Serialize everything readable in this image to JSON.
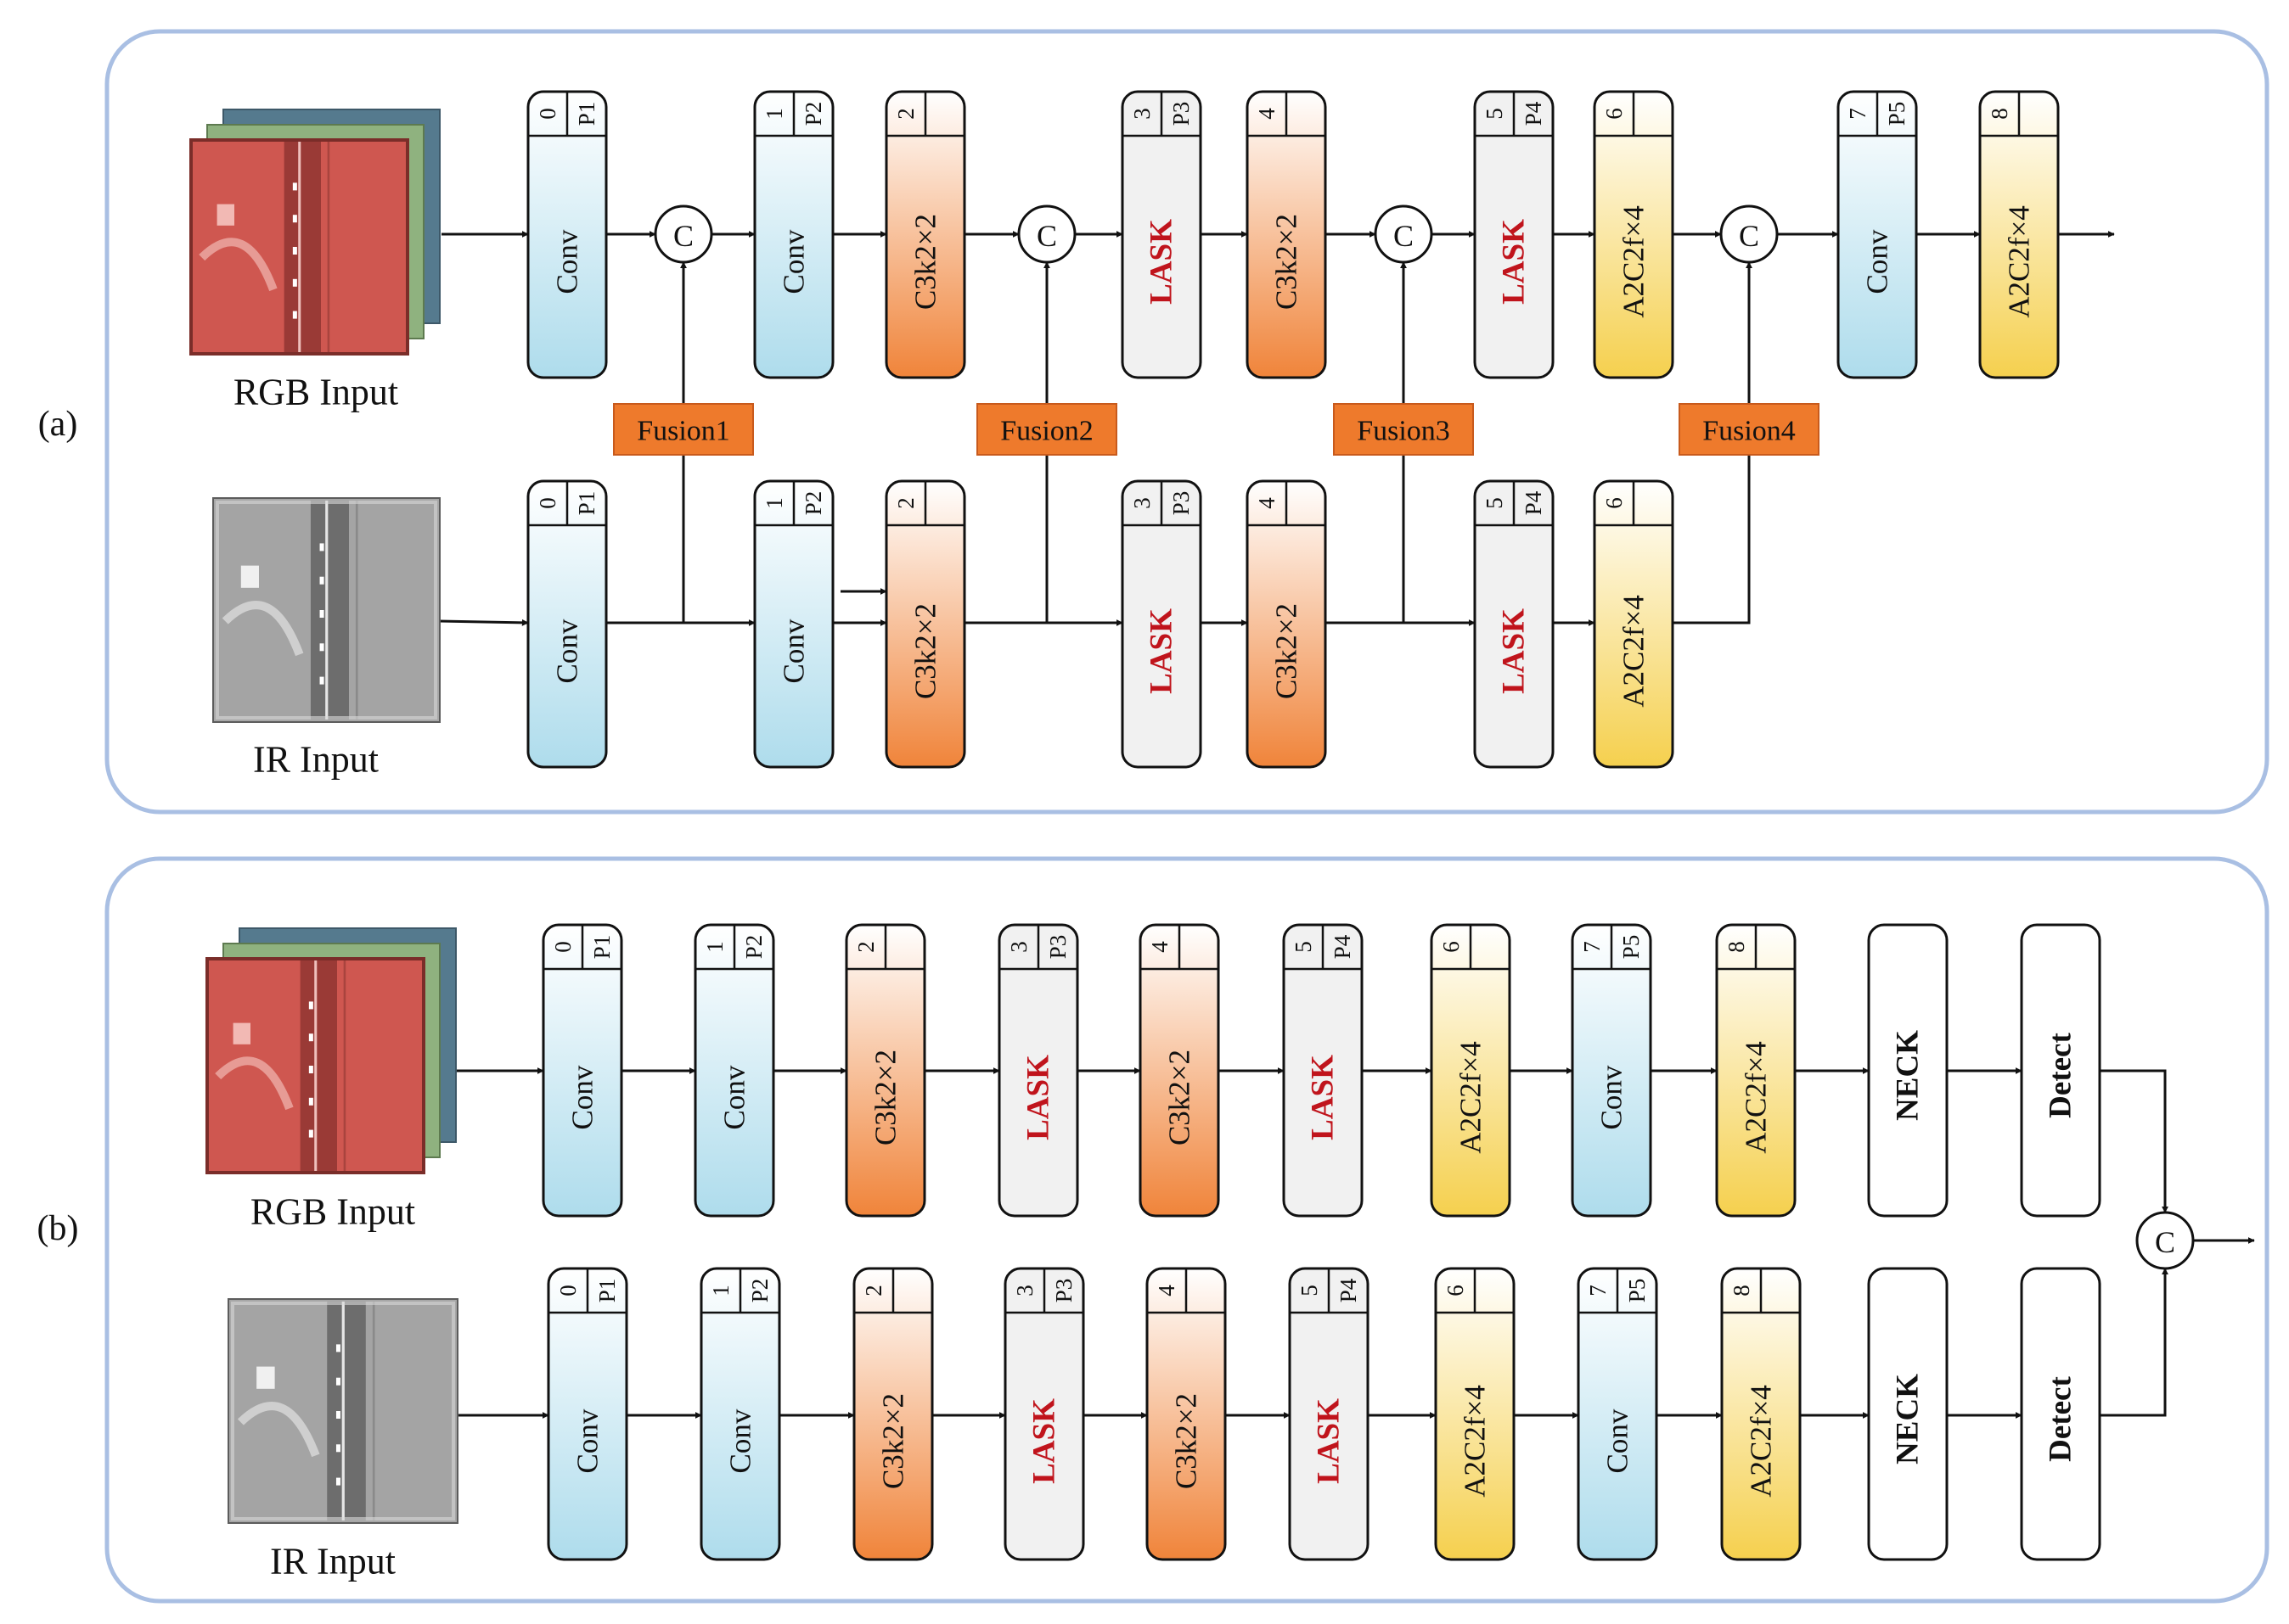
{
  "panels": [
    {
      "label": "(a)",
      "rgb_label": "RGB Input",
      "ir_label": "IR Input",
      "top_row": [
        {
          "type": "Conv",
          "idx": "0",
          "p": "P1"
        },
        {
          "type": "Conv",
          "idx": "1",
          "p": "P2"
        },
        {
          "type": "C3k2×2",
          "idx": "2",
          "p": ""
        },
        {
          "type": "LASK",
          "idx": "3",
          "p": "P3"
        },
        {
          "type": "C3k2×2",
          "idx": "4",
          "p": ""
        },
        {
          "type": "LASK",
          "idx": "5",
          "p": "P4"
        },
        {
          "type": "A2C2f×4",
          "idx": "6",
          "p": ""
        },
        {
          "type": "Conv",
          "idx": "7",
          "p": "P5"
        },
        {
          "type": "A2C2f×4",
          "idx": "8",
          "p": ""
        }
      ],
      "bottom_row": [
        {
          "type": "Conv",
          "idx": "0",
          "p": "P1"
        },
        {
          "type": "Conv",
          "idx": "1",
          "p": "P2"
        },
        {
          "type": "C3k2×2",
          "idx": "2",
          "p": ""
        },
        {
          "type": "LASK",
          "idx": "3",
          "p": "P3"
        },
        {
          "type": "C3k2×2",
          "idx": "4",
          "p": ""
        },
        {
          "type": "LASK",
          "idx": "5",
          "p": "P4"
        },
        {
          "type": "A2C2f×4",
          "idx": "6",
          "p": ""
        }
      ],
      "concat_label": "C",
      "fusions": [
        "Fusion1",
        "Fusion2",
        "Fusion3",
        "Fusion4"
      ]
    },
    {
      "label": "(b)",
      "rgb_label": "RGB Input",
      "ir_label": "IR Input",
      "top_row": [
        {
          "type": "Conv",
          "idx": "0",
          "p": "P1"
        },
        {
          "type": "Conv",
          "idx": "1",
          "p": "P2"
        },
        {
          "type": "C3k2×2",
          "idx": "2",
          "p": ""
        },
        {
          "type": "LASK",
          "idx": "3",
          "p": "P3"
        },
        {
          "type": "C3k2×2",
          "idx": "4",
          "p": ""
        },
        {
          "type": "LASK",
          "idx": "5",
          "p": "P4"
        },
        {
          "type": "A2C2f×4",
          "idx": "6",
          "p": ""
        },
        {
          "type": "Conv",
          "idx": "7",
          "p": "P5"
        },
        {
          "type": "A2C2f×4",
          "idx": "8",
          "p": ""
        },
        {
          "type": "NECK",
          "idx": "",
          "p": ""
        },
        {
          "type": "Detect",
          "idx": "",
          "p": ""
        }
      ],
      "bottom_row": [
        {
          "type": "Conv",
          "idx": "0",
          "p": "P1"
        },
        {
          "type": "Conv",
          "idx": "1",
          "p": "P2"
        },
        {
          "type": "C3k2×2",
          "idx": "2",
          "p": ""
        },
        {
          "type": "LASK",
          "idx": "3",
          "p": "P3"
        },
        {
          "type": "C3k2×2",
          "idx": "4",
          "p": ""
        },
        {
          "type": "LASK",
          "idx": "5",
          "p": "P4"
        },
        {
          "type": "A2C2f×4",
          "idx": "6",
          "p": ""
        },
        {
          "type": "Conv",
          "idx": "7",
          "p": "P5"
        },
        {
          "type": "A2C2f×4",
          "idx": "8",
          "p": ""
        },
        {
          "type": "NECK",
          "idx": "",
          "p": ""
        },
        {
          "type": "Detect",
          "idx": "",
          "p": ""
        }
      ],
      "concat_label": "C"
    }
  ],
  "colors": {
    "panel_border": "#a9bfe3",
    "conv_top": "#ffffff",
    "conv_bottom": "#aedcec",
    "c3k2_top": "#ffffff",
    "c3k2_bottom": "#f0843a",
    "a2c2f_top": "#ffffff",
    "a2c2f_bottom": "#f5d04e",
    "lask_fill": "#f1f1f1",
    "lask_text": "#c0141c",
    "fusion_fill": "#ee7a2c",
    "rgb_tint": "#cf5750",
    "ir_tint": "#a4a4a4"
  }
}
